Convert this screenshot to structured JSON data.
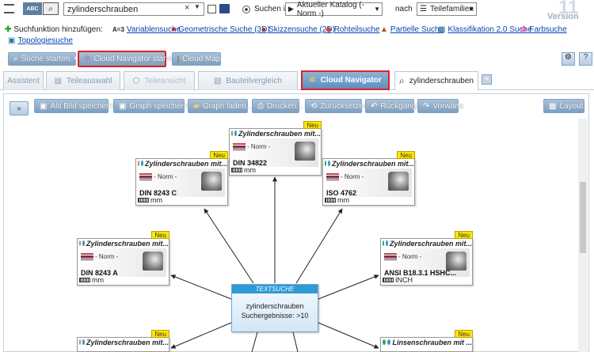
{
  "search": {
    "query": "zylinderschrauben",
    "abc": "ABC",
    "suchen_in": "Suchen in",
    "catalog": "Aktueller Katalog (- Norm -)",
    "nach": "nach",
    "teilefamilien": "Teilefamilien",
    "version_label": "Version",
    "version_num": "11"
  },
  "suchfunktion": {
    "label": "Suchfunktion hinzufügen:",
    "items": [
      "Variablensuche",
      "Geometrische Suche (3D)",
      "Skizzensuche (2D)",
      "Rohteilsuche",
      "Partielle Suche",
      "Klassifikation 2.0 Suche",
      "Farbsuche",
      "Topologiesuche"
    ]
  },
  "toolbar2": {
    "suche_starten": "Suche starten",
    "cloud_nav_starten": "Cloud Navigator starten",
    "cloud_map": "Cloud Map"
  },
  "tabs": [
    "Assistent",
    "Teileauswahl",
    "Teileansicht",
    "Bauteilvergleich",
    "Cloud Navigator",
    "zylinderschrauben"
  ],
  "graph_toolbar": {
    "bild": "Als Bild speichern...",
    "graph_save": "Graph speichern...",
    "graph_load": "Graph laden...",
    "drucken": "Drucken...",
    "zuruecksetzen": "Zurücksetzen",
    "rueckgaengig": "Rückgängig",
    "vorwaerts": "Vorwärts",
    "layout": "Layout"
  },
  "center": {
    "header": "TEXTSUCHE",
    "line1": "zylinderschrauben",
    "line2": "Suchergebnisse:  >10"
  },
  "nodes": [
    {
      "title": "Zylinderschrauben mit...",
      "norm": "- Norm -",
      "std": "DIN 34822",
      "unit": "mm",
      "badge": "Neu"
    },
    {
      "title": "Zylinderschrauben mit...",
      "norm": "- Norm -",
      "std": "DIN 8243 C",
      "unit": "mm",
      "badge": "Neu"
    },
    {
      "title": "Zylinderschrauben mit...",
      "norm": "- Norm -",
      "std": "ISO 4762",
      "unit": "mm",
      "badge": "Neu"
    },
    {
      "title": "Zylinderschrauben mit...",
      "norm": "- Norm -",
      "std": "DIN 8243 A",
      "unit": "mm",
      "badge": "Neu"
    },
    {
      "title": "Zylinderschrauben mit...",
      "norm": "- Norm -",
      "std": "ANSI B18.3.1 HSHC...",
      "unit": "INCH",
      "badge": "Neu"
    },
    {
      "title": "Zylinderschrauben mit...",
      "norm": "",
      "std": "",
      "unit": "",
      "badge": "Neu"
    },
    {
      "title": "Linsenschrauben mit ...",
      "norm": "",
      "std": "",
      "unit": "",
      "badge": "Neu"
    }
  ],
  "colors": {
    "accent": "#2e9ad6",
    "highlight": "#e0202a",
    "badge": "#ffe600"
  }
}
